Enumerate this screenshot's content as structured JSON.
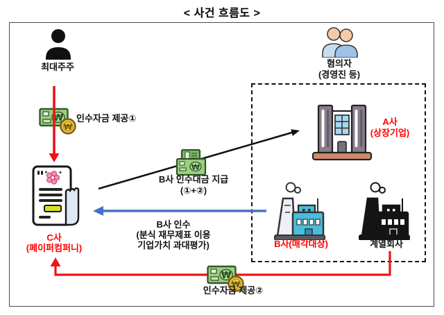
{
  "title": "< 사건 흐름도 >",
  "colors": {
    "arrow_red": "#ee1414",
    "arrow_blue": "#4472c4",
    "arrow_black": "#111111",
    "company_label_red": "#ff0000"
  },
  "actors": {
    "largest_shareholder": {
      "label": "최대주주"
    },
    "suspects": {
      "label": "혐의자",
      "sublabel": "(경영진 등)"
    }
  },
  "companies": {
    "company_a": {
      "label": "A사",
      "sublabel": "(상장기업)"
    },
    "company_b": {
      "label": "B사(매각대상)"
    },
    "affiliate": {
      "label": "계열회사"
    },
    "company_c": {
      "label": "C사",
      "sublabel": "(페이퍼컴퍼니)"
    }
  },
  "flows": {
    "fund_provision_1": {
      "label": "인수자금 제공①"
    },
    "b_payment": {
      "label": "B사 인수대금 지급",
      "sublabel": "(①+②)"
    },
    "b_acquisition": {
      "line1": "B사 인수",
      "line2": "(분식 재무제표 이용",
      "line3": "기업가치 과대평가)"
    },
    "fund_provision_2": {
      "label": "인수자금 제공②"
    }
  },
  "icons": {
    "largest_shareholder_icon": "person-silhouette",
    "suspects_icon": "two-people",
    "company_a_icon": "office-building",
    "company_b_icon": "blue-factory",
    "affiliate_icon": "black-factory",
    "company_c_icon": "paper-document",
    "money_icon": "won-banknote-and-coin"
  }
}
